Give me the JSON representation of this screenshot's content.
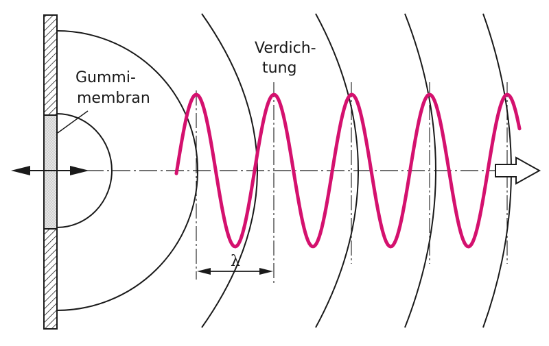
{
  "labels": {
    "membrane_line1": "Gummi-",
    "membrane_line2": "membran",
    "compression_line1": "Verdich-",
    "compression_line2": "tung",
    "wavelength": "λ"
  },
  "colors": {
    "wave": "#d4116e",
    "ink": "#1a1a1a",
    "membrane_fill": "#e4e4e4",
    "arrow_fill": "#ffffff"
  },
  "wave": {
    "cycles_shown": 5
  }
}
